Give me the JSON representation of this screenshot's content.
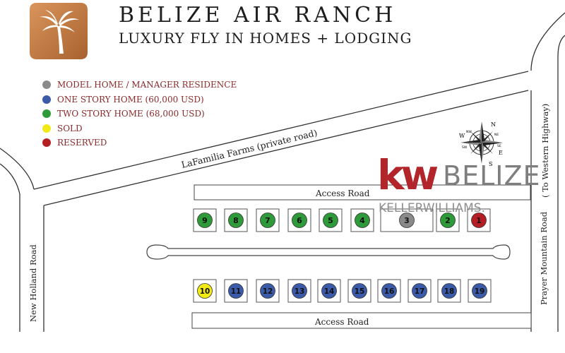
{
  "header": {
    "title": "BELIZE AIR RANCH",
    "subtitle": "LUXURY FLY IN HOMES  + LODGING"
  },
  "logo": {
    "icon": "palm-tree-icon",
    "color": "#c07a45"
  },
  "legend": [
    {
      "label": "MODEL HOME / MANAGER RESIDENCE",
      "status": "model",
      "color": "#8a8a8a"
    },
    {
      "label": "ONE STORY HOME (60,000 USD)",
      "status": "one-story",
      "color": "#3b5aa8"
    },
    {
      "label": "TWO STORY HOME (68,000 USD)",
      "status": "two-story",
      "color": "#2e9a3a"
    },
    {
      "label": "SOLD",
      "status": "sold",
      "color": "#f2ea18"
    },
    {
      "label": "RESERVED",
      "status": "reserved",
      "color": "#b51f24"
    }
  ],
  "roads": {
    "lafamilia": "LaFamilia Farms (private road)",
    "access_top": "Access Road",
    "access_bottom": "Access Road",
    "new_holland": "New Holland Road",
    "prayer_mountain": "Prayer Mountain Road",
    "western_highway": "( To Western Highway)"
  },
  "compass": {
    "icon": "compass-rose-icon",
    "n": "N",
    "s": "S",
    "e": "E",
    "w": "W",
    "nw": "NW",
    "ne": "NE",
    "sw": "SW",
    "se": "SE"
  },
  "watermark": {
    "kw": "kw",
    "belize": "BELIZE",
    "sub": "KELLERWILLIAMS."
  },
  "lots_top": [
    {
      "number": "9",
      "status": "two-story"
    },
    {
      "number": "8",
      "status": "two-story"
    },
    {
      "number": "7",
      "status": "two-story"
    },
    {
      "number": "6",
      "status": "two-story"
    },
    {
      "number": "5",
      "status": "two-story"
    },
    {
      "number": "4",
      "status": "two-story"
    },
    {
      "number": "3",
      "status": "model"
    },
    {
      "number": "2",
      "status": "two-story"
    },
    {
      "number": "1",
      "status": "reserved"
    }
  ],
  "lots_bottom": [
    {
      "number": "10",
      "status": "sold"
    },
    {
      "number": "11",
      "status": "one-story"
    },
    {
      "number": "12",
      "status": "one-story"
    },
    {
      "number": "13",
      "status": "one-story"
    },
    {
      "number": "14",
      "status": "one-story"
    },
    {
      "number": "15",
      "status": "one-story"
    },
    {
      "number": "16",
      "status": "one-story"
    },
    {
      "number": "17",
      "status": "one-story"
    },
    {
      "number": "18",
      "status": "one-story"
    },
    {
      "number": "19",
      "status": "one-story"
    }
  ]
}
